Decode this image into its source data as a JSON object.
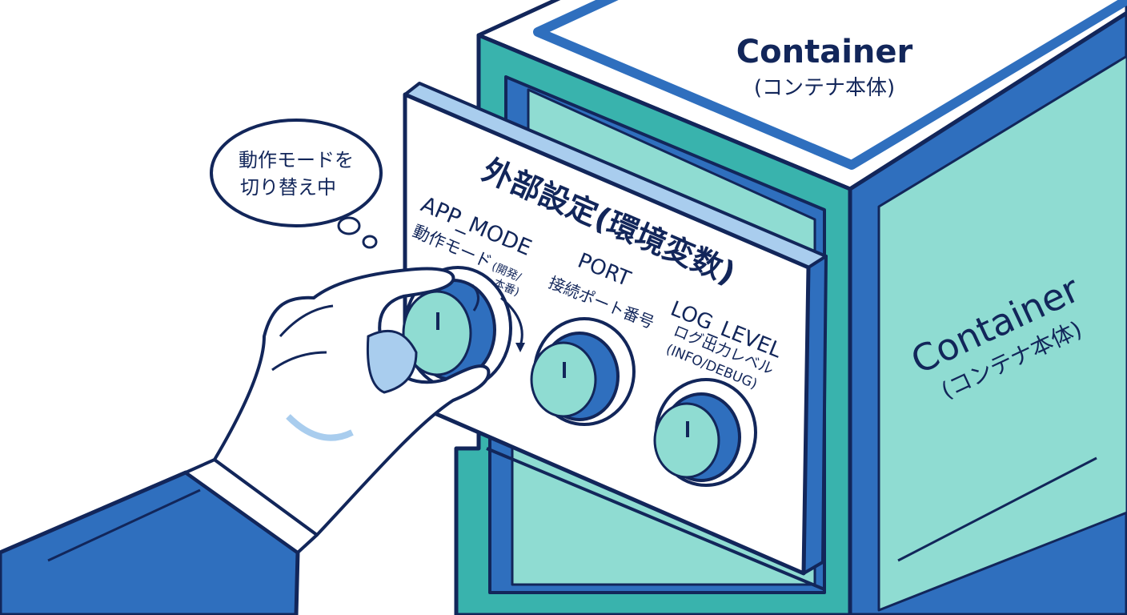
{
  "container": {
    "top_label": "Container",
    "top_sublabel": "(コンテナ本体)",
    "side_label": "Container",
    "side_sublabel": "(コンテナ本体)"
  },
  "panel": {
    "title": "外部設定(環境変数)",
    "knobs": [
      {
        "name": "APP_MODE",
        "desc_line1": "動作モード",
        "desc_note_1": "(開発/",
        "desc_note_2": "本番)"
      },
      {
        "name": "PORT",
        "desc_line1": "接続ポート番号"
      },
      {
        "name": "LOG_LEVEL",
        "desc_line1": "ログ出力レベル",
        "desc_line2": "(INFO/DEBUG)"
      }
    ]
  },
  "thought_bubble": {
    "line1": "動作モードを",
    "line2": "切り替え中"
  },
  "colors": {
    "navy": "#12265a",
    "blue": "#2f6fbe",
    "teal": "#39b3ad",
    "mint": "#8fdcd2",
    "pale_blue": "#a9cdee"
  }
}
